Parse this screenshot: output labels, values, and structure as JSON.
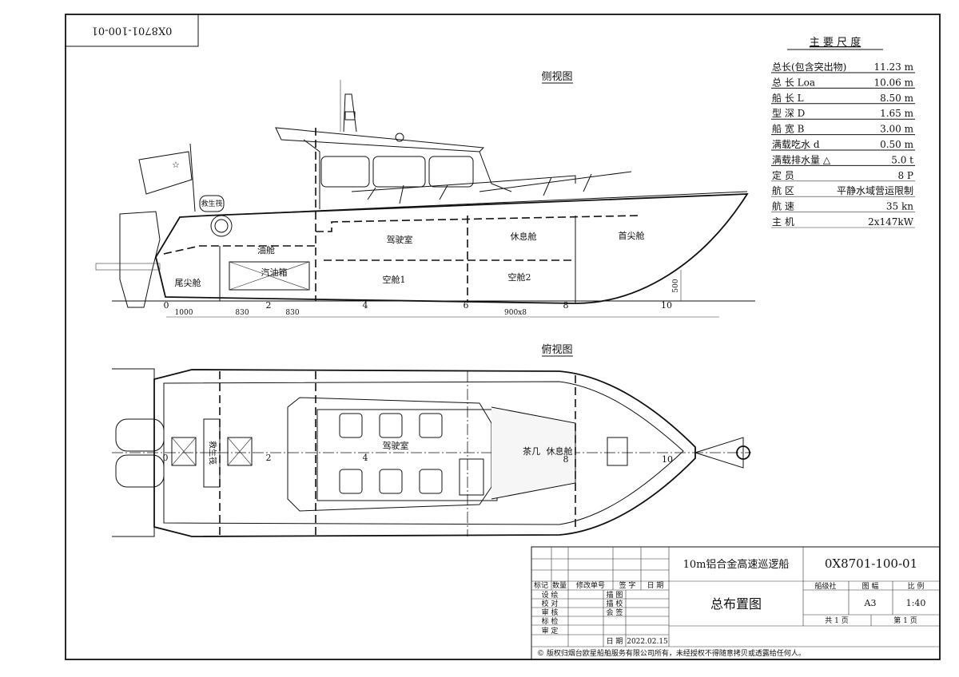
{
  "drawing_number_stamp": "0X8701-100-01",
  "side_view": {
    "title": "侧视图",
    "labels": {
      "oil_tank": "油舱",
      "gasoline_tank": "汽油箱",
      "aft_peak": "尾尖舱",
      "wheelhouse": "驾驶室",
      "rest_cabin": "休息舱",
      "fore_peak": "首尖舱",
      "void1": "空舱1",
      "void2": "空舱2",
      "liferaft": "救生筏"
    },
    "frames": [
      "0",
      "2",
      "4",
      "6",
      "8",
      "10"
    ],
    "dims": [
      "1000",
      "830",
      "830",
      "900x8"
    ],
    "draft_dim": "500"
  },
  "top_view": {
    "title": "俯视图",
    "labels": {
      "wheelhouse": "驾驶室",
      "tea_table": "茶几",
      "rest_cabin": "休息舱",
      "liferaft": "救生筏"
    },
    "frames": [
      "0",
      "2",
      "4",
      "8",
      "10"
    ]
  },
  "dimensions": {
    "title": "主 要 尺 度",
    "rows": [
      {
        "label": "总长(包含突出物)",
        "value": "11.23 m"
      },
      {
        "label": "总    长 Loa",
        "value": "10.06 m"
      },
      {
        "label": "船    长 L",
        "value": "8.50 m"
      },
      {
        "label": "型    深 D",
        "value": "1.65 m"
      },
      {
        "label": "船    宽 B",
        "value": "3.00 m"
      },
      {
        "label": "满载吃水 d",
        "value": "0.50 m"
      },
      {
        "label": "满载排水量 △",
        "value": "5.0 t"
      },
      {
        "label": "定      员",
        "value": "8 P"
      },
      {
        "label": "航      区",
        "value": "平静水域营运限制"
      },
      {
        "label": "航      速",
        "value": "35 kn"
      },
      {
        "label": "主      机",
        "value": "2x147kW"
      }
    ]
  },
  "title_block": {
    "vessel_name": "10m铝合金高速巡逻船",
    "drawing_number": "0X8701-100-01",
    "drawing_title": "总布置图",
    "headers": [
      "标记",
      "数量",
      "修改单号",
      "签 字",
      "日 期"
    ],
    "roles_left": [
      "设 绘",
      "校 对",
      "审 核",
      "标 检",
      "审 定"
    ],
    "roles_mid": [
      "描 图",
      "描 校",
      "会 签",
      "",
      "日 期"
    ],
    "date": "2022.02.15",
    "class_label": "船级社",
    "size_label": "图 幅",
    "scale_label": "比 例",
    "size": "A3",
    "scale": "1:40",
    "total_pages": "共 1 页",
    "page": "第 1 页",
    "copyright": "© 版权归烟台欧星船舶服务有限公司所有，未经授权不得随意拷贝或透露给任何人。"
  }
}
